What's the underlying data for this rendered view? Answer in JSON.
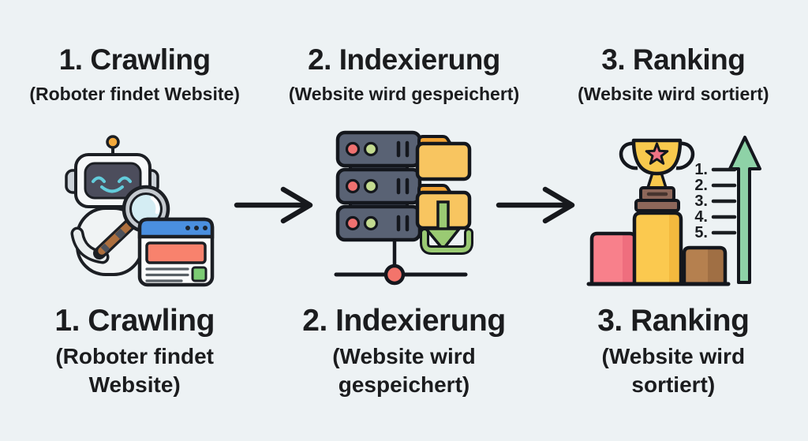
{
  "palette": {
    "background": "#edf2f4",
    "text": "#1b1c1e",
    "arrow_black": "#17191d",
    "robot_teal": "#63ccdb",
    "antenna_orange": "#f4a93b",
    "browser_blue": "#4a8fdf",
    "coral": "#f8826d",
    "success_green": "#7ccb73",
    "server_slate": "#596274",
    "folder_yellow": "#f8c560",
    "folder_tab_orange": "#f1a233",
    "download_green": "#9aca73",
    "node_red": "#f3746b",
    "trophy_gold": "#f8c94d",
    "star_pink": "#ee7385",
    "podium_pink": "#f8808b",
    "podium_brown": "#b5804f",
    "growth_green": "#8ed2a7"
  },
  "steps": [
    {
      "id": "crawling",
      "top": {
        "title": "1. Crawling",
        "subtitle": "(Roboter findet Website)"
      },
      "bottom": {
        "title": "1. Crawling",
        "subtitle": "(Roboter findet Website)"
      },
      "icon": "crawling-robot-icon"
    },
    {
      "id": "indexierung",
      "top": {
        "title": "2. Indexierung",
        "subtitle": "(Website wird gespeichert)"
      },
      "bottom": {
        "title": "2. Indexierung",
        "subtitle": "(Website wird gespeichert)"
      },
      "icon": "indexing-server-icon"
    },
    {
      "id": "ranking",
      "top": {
        "title": "3. Ranking",
        "subtitle": "(Website wird sortiert)"
      },
      "bottom": {
        "title": "3. Ranking",
        "subtitle": "(Website wird sortiert)"
      },
      "icon": "ranking-trophy-icon"
    }
  ],
  "ranking_list": [
    "1.",
    "2.",
    "3.",
    "4.",
    "5."
  ]
}
